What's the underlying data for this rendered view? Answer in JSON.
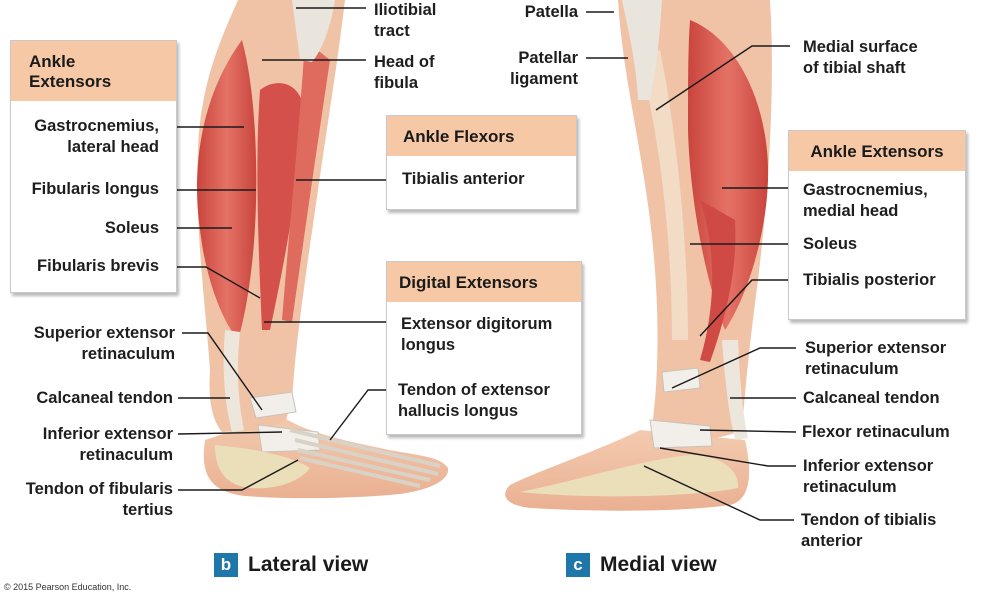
{
  "labels": {
    "iliotibial_tract": [
      "Iliotibial",
      "tract"
    ],
    "head_of_fibula": [
      "Head of",
      "fibula"
    ],
    "gastrocnemius_lateral": [
      "Gastrocnemius,",
      "lateral head"
    ],
    "fibularis_longus": "Fibularis longus",
    "soleus_lateral": "Soleus",
    "fibularis_brevis": "Fibularis brevis",
    "superior_extensor_ret_lateral": [
      "Superior extensor",
      "retinaculum"
    ],
    "calcaneal_tendon_lateral": "Calcaneal tendon",
    "inferior_extensor_ret_lateral": [
      "Inferior extensor",
      "retinaculum"
    ],
    "tendon_fibularis_tertius": [
      "Tendon of fibularis",
      "tertius"
    ],
    "tibialis_anterior": "Tibialis anterior",
    "extensor_digitorum_longus": [
      "Extensor digitorum",
      "longus"
    ],
    "tendon_extensor_hallucis": [
      "Tendon of extensor",
      "hallucis longus"
    ],
    "patella": "Patella",
    "patellar_ligament": [
      "Patellar",
      "ligament"
    ],
    "medial_surface_tibial": [
      "Medial surface",
      "of tibial shaft"
    ],
    "gastrocnemius_medial": [
      "Gastrocnemius,",
      "medial head"
    ],
    "soleus_medial": "Soleus",
    "tibialis_posterior": "Tibialis posterior",
    "superior_extensor_ret_medial": [
      "Superior extensor",
      "retinaculum"
    ],
    "calcaneal_tendon_medial": "Calcaneal tendon",
    "flexor_retinaculum": "Flexor retinaculum",
    "inferior_extensor_ret_medial": [
      "Inferior extensor",
      "retinaculum"
    ],
    "tendon_tibialis_anterior": [
      "Tendon of tibialis",
      "anterior"
    ]
  },
  "boxes": {
    "ankle_extensors_left": [
      "Ankle",
      "Extensors"
    ],
    "ankle_flexors": "Ankle Flexors",
    "digital_extensors": "Digital Extensors",
    "ankle_extensors_right": "Ankle Extensors"
  },
  "views": {
    "b_tag": "b",
    "b_label": "Lateral view",
    "c_tag": "c",
    "c_label": "Medial view"
  },
  "copyright": "© 2015 Pearson Education, Inc.",
  "colors": {
    "header": "#f6c8a6",
    "muscle": "#d8564c",
    "tendon": "#e9e4dc",
    "skin": "#f1c2a4",
    "bone": "#eadfb9",
    "tag": "#1f76a8"
  }
}
